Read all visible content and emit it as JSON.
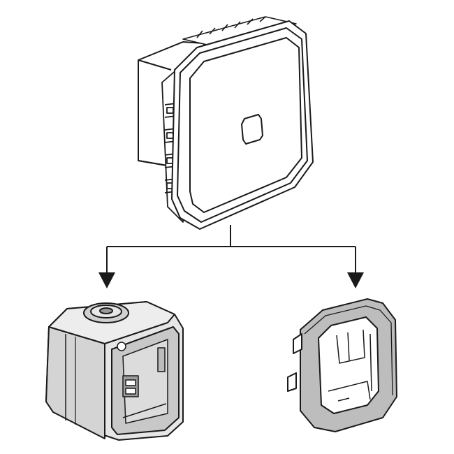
{
  "diagram": {
    "nodes": [
      {
        "id": "assembled-unit",
        "kind": "assembled device"
      },
      {
        "id": "surface-box",
        "kind": "component"
      },
      {
        "id": "mounting-frame",
        "kind": "component"
      }
    ],
    "edges": [
      {
        "from": "assembled-unit",
        "to": "surface-box"
      },
      {
        "from": "assembled-unit",
        "to": "mounting-frame"
      }
    ]
  },
  "colors": {
    "line": "#1a1a1a",
    "background": "#ffffff",
    "box_fill": "#e6e6e6",
    "box_shade": "#c8c8c8",
    "frame_fill": "#bdbdbd",
    "frame_dark": "#8f8f8f"
  }
}
